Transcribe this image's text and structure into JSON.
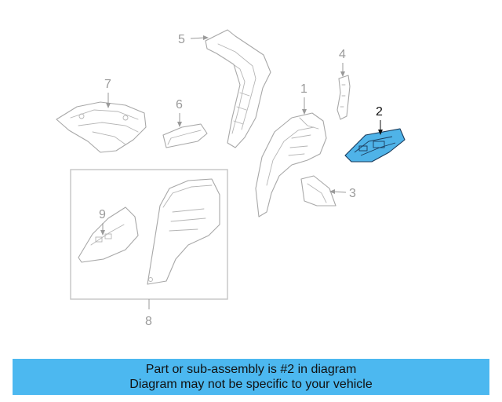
{
  "diagram": {
    "callouts": {
      "part1": "1",
      "part2": "2",
      "part3": "3",
      "part4": "4",
      "part5": "5",
      "part6": "6",
      "part7": "7",
      "part8": "8",
      "part9": "9"
    },
    "highlighted_part": "2",
    "highlight_color": "#4fb3e8"
  },
  "banner": {
    "line1": "Part or sub-assembly is #2 in diagram",
    "line2": "Diagram may not be specific to your vehicle",
    "background_color": "#4cb8f0"
  }
}
